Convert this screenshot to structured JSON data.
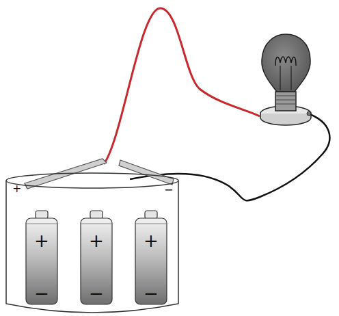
{
  "diagram": {
    "nodes": [
      {
        "text": [
          "+",
          "−"
        ]
      },
      {
        "text": [
          "+",
          "−"
        ],
        "in": 0
      },
      {
        "text": [
          "+",
          "−"
        ],
        "in": 0
      },
      {
        "text": [
          "+",
          "−"
        ],
        "in": 0
      }
    ]
  }
}
